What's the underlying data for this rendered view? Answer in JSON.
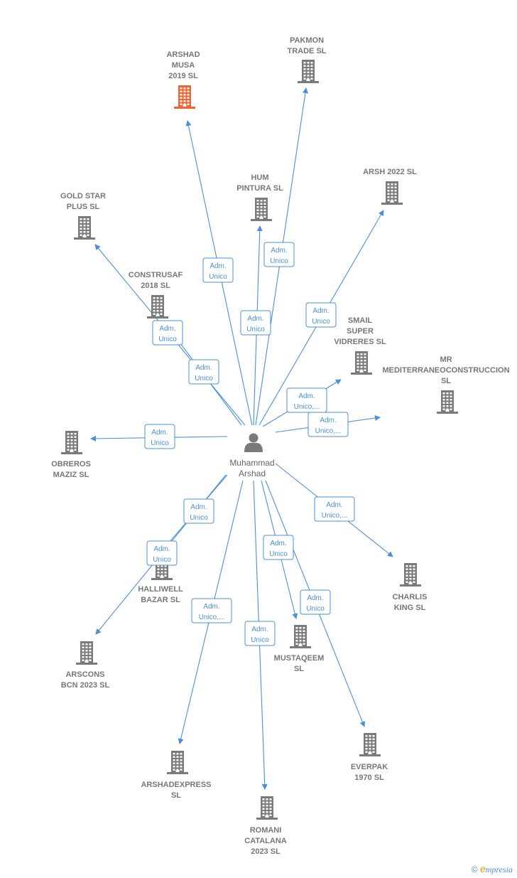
{
  "center": {
    "name_line1": "Muhammad",
    "name_line2": "Arshad"
  },
  "colors": {
    "edge": "#4a90d9",
    "building": "#7a7a7a",
    "highlight": "#f06432"
  },
  "companies": [
    {
      "id": "arshad-musa",
      "lines": [
        "ARSHAD",
        "MUSA",
        "2019  SL"
      ],
      "highlight": true,
      "edge": [
        "Adm.",
        "Unico"
      ]
    },
    {
      "id": "pakmon-trade",
      "lines": [
        "PAKMON",
        "TRADE SL"
      ],
      "edge": [
        "Adm.",
        "Unico"
      ]
    },
    {
      "id": "hum-pintura",
      "lines": [
        "HUM",
        "PINTURA  SL"
      ],
      "edge": [
        "Adm.",
        "Unico"
      ]
    },
    {
      "id": "arsh-2022",
      "lines": [
        "ARSH 2022  SL"
      ],
      "edge": [
        "Adm.",
        "Unico"
      ]
    },
    {
      "id": "gold-star-plus",
      "lines": [
        "GOLD STAR",
        "PLUS  SL"
      ],
      "edge": [
        "Adm.",
        "Unico"
      ]
    },
    {
      "id": "construsaf-2018",
      "lines": [
        "CONSTRUSAF",
        "2018  SL"
      ],
      "edge": [
        "Adm.",
        "Unico"
      ]
    },
    {
      "id": "smail-super-vidreres",
      "lines": [
        "SMAIL",
        "SUPER",
        "VIDRERES  SL"
      ],
      "edge": [
        "Adm.",
        "Unico,..."
      ]
    },
    {
      "id": "mr-mediterraneo",
      "lines": [
        "MR",
        "MEDITERRANEOCONSTRUCCION",
        "SL"
      ],
      "edge": [
        "Adm.",
        "Unico,..."
      ]
    },
    {
      "id": "obreros-maziz",
      "lines": [
        "OBREROS",
        "MAZIZ  SL"
      ],
      "edge": [
        "Adm.",
        "Unico"
      ]
    },
    {
      "id": "halliwell-bazar",
      "lines": [
        "HALLIWELL",
        "BAZAR  SL"
      ],
      "edge": [
        "Adm.",
        "Unico"
      ]
    },
    {
      "id": "arscons-bcn",
      "lines": [
        "ARSCONS",
        "BCN 2023  SL"
      ],
      "edge": [
        "Adm.",
        "Unico"
      ]
    },
    {
      "id": "charlis-king",
      "lines": [
        "CHARLIS",
        "KING SL"
      ],
      "edge": [
        "Adm.",
        "Unico,..."
      ]
    },
    {
      "id": "mustaqeem",
      "lines": [
        "MUSTAQEEM",
        "SL"
      ],
      "edge": [
        "Adm.",
        "Unico"
      ]
    },
    {
      "id": "everpak-1970",
      "lines": [
        "EVERPAK",
        "1970  SL"
      ],
      "edge": [
        "Adm.",
        "Unico"
      ]
    },
    {
      "id": "arshadexpress",
      "lines": [
        "ARSHADEXPRESS",
        "SL"
      ],
      "edge": [
        "Adm.",
        "Unico,..."
      ]
    },
    {
      "id": "romani-catalana",
      "lines": [
        "ROMANI",
        "CATALANA",
        "2023  SL"
      ],
      "edge": [
        "Adm.",
        "Unico"
      ]
    }
  ],
  "footer": {
    "copyright": "©",
    "brand_e": "e",
    "brand_rest": "mpresia"
  }
}
